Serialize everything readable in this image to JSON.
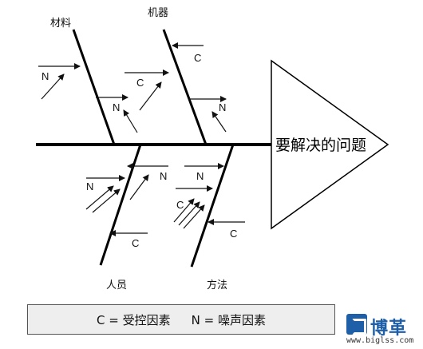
{
  "diagram": {
    "problem": "要解决的问题",
    "categories": {
      "materials": "材料",
      "machines": "机器",
      "people": "人员",
      "methods": "方法"
    },
    "cause_labels": {
      "materials_1": "N",
      "materials_2": "N",
      "machines_1": "C",
      "machines_2": "C",
      "machines_3": "N",
      "people_1": "N",
      "people_2": "N",
      "people_3": "C",
      "methods_1": "N",
      "methods_2": "C",
      "methods_3": "C"
    }
  },
  "legend": {
    "controlled": "C = 受控因素",
    "noise": "N = 噪声因素"
  },
  "brand": {
    "name": "博革",
    "url": "www.biglss.com"
  }
}
